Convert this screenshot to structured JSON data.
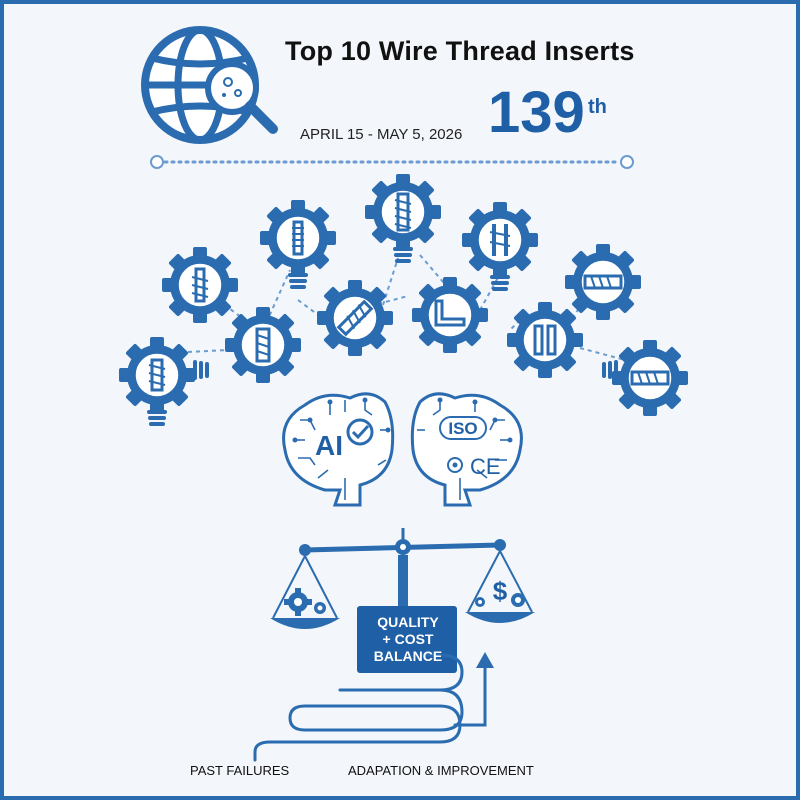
{
  "header": {
    "title": "Top 10 Wire Thread Inserts",
    "date_range": "APRIL 15 - MAY 5, 2026",
    "rank_number": "139",
    "rank_suffix": "th"
  },
  "brains": {
    "left_label": "AI",
    "right_labels": [
      "ISO",
      "CE"
    ]
  },
  "scale": {
    "center_label": "QUALITY\n+ COST\nBALANCE",
    "right_pan_symbol": "$"
  },
  "path": {
    "start_label": "PAST FAILURES",
    "end_label": "ADAPATION & IMPROVEMENT"
  },
  "colors": {
    "primary": "#2b6cb0",
    "dark": "#1f5fa6",
    "light": "#dbe8f6",
    "background": "#f3f6fa"
  }
}
